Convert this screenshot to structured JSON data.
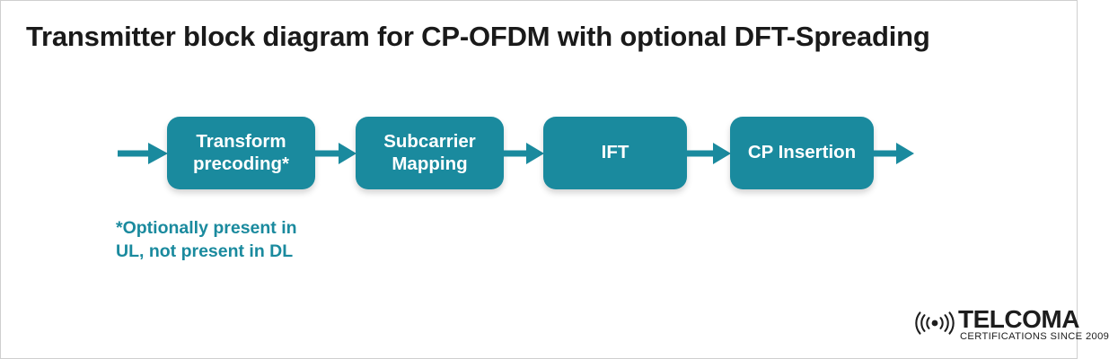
{
  "page": {
    "title": "Transmitter block diagram for CP-OFDM with optional DFT-Spreading",
    "background_color": "#ffffff",
    "border_color": "#cfcfcf"
  },
  "theme": {
    "accent_color": "#1a8a9e",
    "block_text_color": "#ffffff",
    "title_color": "#1a1a1a",
    "logo_color": "#1d1d1d"
  },
  "diagram": {
    "blocks": [
      {
        "id": "transform-precoding",
        "label": "Transform\nprecoding*"
      },
      {
        "id": "subcarrier-mapping",
        "label": "Subcarrier\nMapping"
      },
      {
        "id": "ift",
        "label": "IFT"
      },
      {
        "id": "cp-insertion",
        "label": "CP Insertion"
      }
    ],
    "arrows": [
      {
        "id": "input",
        "from": "",
        "to": "transform-precoding"
      },
      {
        "id": "transform-to-subcarrier",
        "from": "transform-precoding",
        "to": "subcarrier-mapping"
      },
      {
        "id": "subcarrier-to-ift",
        "from": "subcarrier-mapping",
        "to": "ift"
      },
      {
        "id": "ift-to-cp",
        "from": "ift",
        "to": "cp-insertion"
      },
      {
        "id": "output",
        "from": "cp-insertion",
        "to": ""
      }
    ],
    "footnote": "*Optionally present in\nUL, not present in DL"
  },
  "logo": {
    "icon": "signal-waves-icon",
    "wordmark": "TELCOMA",
    "tagline": "CERTIFICATIONS SINCE 2009"
  }
}
